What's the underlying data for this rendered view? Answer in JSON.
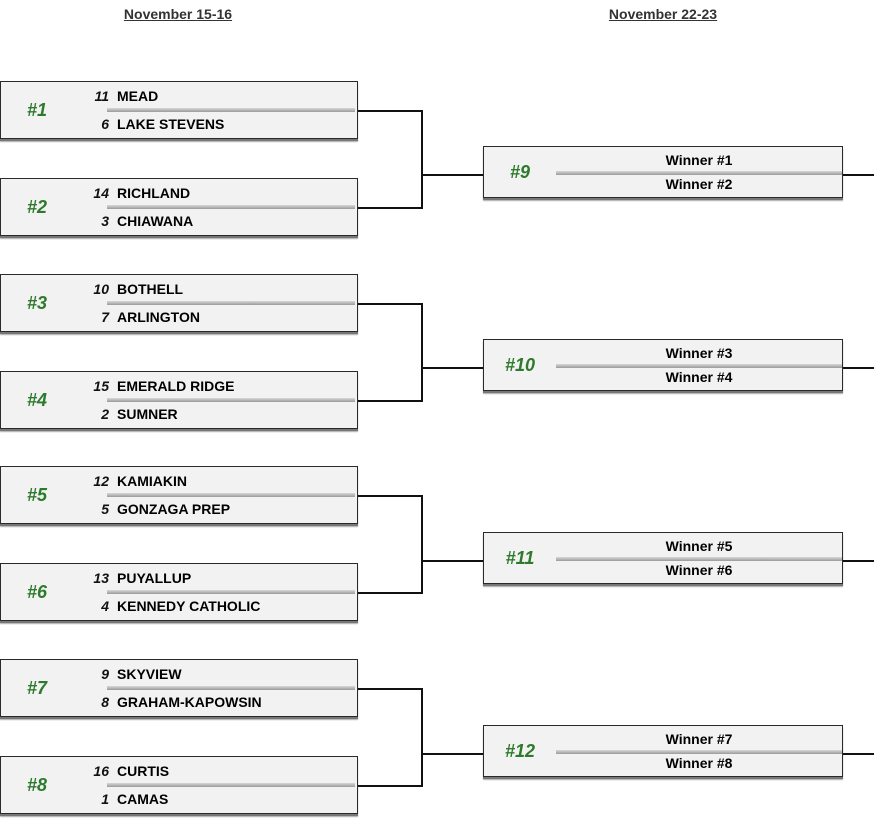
{
  "round_headers": [
    "November 15-16",
    "November 22-23"
  ],
  "round1": [
    {
      "game": "#1",
      "top": {
        "seed": "11",
        "team": "MEAD"
      },
      "bottom": {
        "seed": "6",
        "team": "LAKE STEVENS"
      }
    },
    {
      "game": "#2",
      "top": {
        "seed": "14",
        "team": "RICHLAND"
      },
      "bottom": {
        "seed": "3",
        "team": "CHIAWANA"
      }
    },
    {
      "game": "#3",
      "top": {
        "seed": "10",
        "team": "BOTHELL"
      },
      "bottom": {
        "seed": "7",
        "team": "ARLINGTON"
      }
    },
    {
      "game": "#4",
      "top": {
        "seed": "15",
        "team": "EMERALD RIDGE"
      },
      "bottom": {
        "seed": "2",
        "team": "SUMNER"
      }
    },
    {
      "game": "#5",
      "top": {
        "seed": "12",
        "team": "KAMIAKIN"
      },
      "bottom": {
        "seed": "5",
        "team": "GONZAGA PREP"
      }
    },
    {
      "game": "#6",
      "top": {
        "seed": "13",
        "team": "PUYALLUP"
      },
      "bottom": {
        "seed": "4",
        "team": "KENNEDY CATHOLIC"
      }
    },
    {
      "game": "#7",
      "top": {
        "seed": "9",
        "team": "SKYVIEW"
      },
      "bottom": {
        "seed": "8",
        "team": "GRAHAM-KAPOWSIN"
      }
    },
    {
      "game": "#8",
      "top": {
        "seed": "16",
        "team": "CURTIS"
      },
      "bottom": {
        "seed": "1",
        "team": "CAMAS"
      }
    }
  ],
  "round2": [
    {
      "game": "#9",
      "top": "Winner #1",
      "bottom": "Winner #2"
    },
    {
      "game": "#10",
      "top": "Winner #3",
      "bottom": "Winner #4"
    },
    {
      "game": "#11",
      "top": "Winner #5",
      "bottom": "Winner #6"
    },
    {
      "game": "#12",
      "top": "Winner #7",
      "bottom": "Winner #8"
    }
  ],
  "colors": {
    "game_number": "#2d7a2d",
    "box_fill": "#f2f2f2",
    "border": "#2a2a2a"
  }
}
